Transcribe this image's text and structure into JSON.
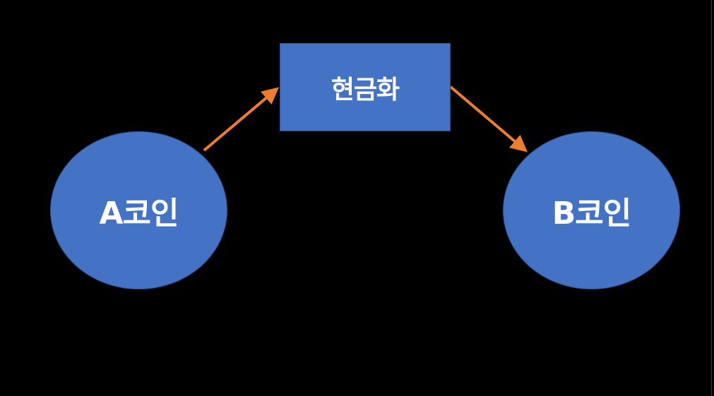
{
  "diagram": {
    "nodes": {
      "coin_a": {
        "label": "A코인",
        "shape": "ellipse"
      },
      "cash": {
        "label": "현금화",
        "shape": "rectangle"
      },
      "coin_b": {
        "label": "B코인",
        "shape": "ellipse"
      }
    },
    "edges": [
      {
        "from": "coin_a",
        "to": "cash"
      },
      {
        "from": "cash",
        "to": "coin_b"
      }
    ],
    "colors": {
      "background": "#000000",
      "node_fill": "#4472c4",
      "node_border": "#2f528f",
      "label": "#ffffff",
      "arrow": "#ed7d31"
    }
  }
}
